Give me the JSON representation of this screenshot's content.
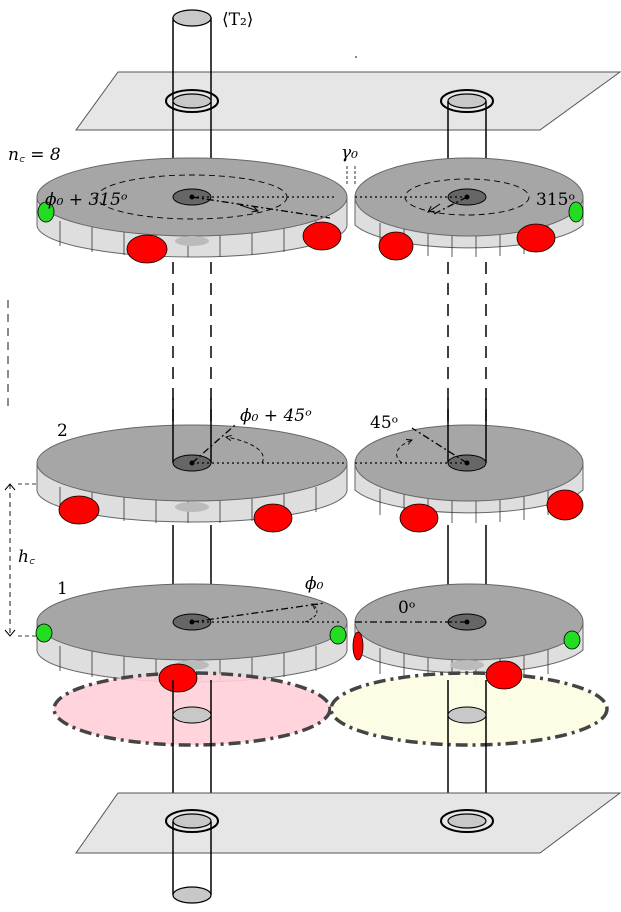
{
  "labels": {
    "T2": "⟨T₂⟩",
    "nc": "n꜀ = 8",
    "gamma0": "γ₀",
    "phi0_315": "ϕ₀ + 315ᵒ",
    "deg315": "315ᵒ",
    "layer2": "2",
    "phi0_45": "ϕ₀ + 45ᵒ",
    "deg45": "45ᵒ",
    "hc": "h꜀",
    "layer1": "1",
    "phi0": "ϕ₀",
    "deg0": "0ᵒ"
  },
  "colors": {
    "plate": "#e6e6e6",
    "disk_top": "#a6a6a6",
    "disk_side": "#dedede",
    "dot_red": "#ff0000",
    "dot_green": "#22dd22",
    "ellipse_pink": "#ffcfd8",
    "ellipse_yellow": "#fdfde4",
    "rod": "#c8c8c8"
  }
}
